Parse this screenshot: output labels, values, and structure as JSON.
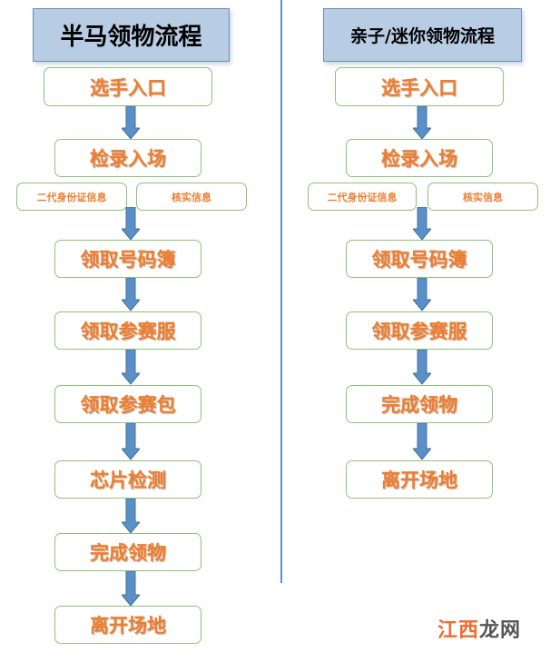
{
  "left": {
    "title": "半马领物流程",
    "steps": [
      "选手入口",
      "检录入场",
      "领取号码簿",
      "领取参赛服",
      "领取参赛包",
      "芯片检测",
      "完成领物",
      "离开场地"
    ],
    "notes": [
      "二代身份证信息",
      "核实信息"
    ]
  },
  "right": {
    "title": "亲子/迷你领物流程",
    "steps": [
      "选手入口",
      "检录入场",
      "领取号码簿",
      "领取参赛服",
      "完成领物",
      "离开场地"
    ],
    "notes": [
      "二代身份证信息",
      "核实信息"
    ]
  },
  "watermark": {
    "part1": "江西",
    "part2": "龙网"
  },
  "colors": {
    "header_fill": "#b8cce4",
    "box_border": "#8fc07a",
    "step_text": "#ed7d31",
    "arrow": "#5b8fc7",
    "divider": "#5b8fc7"
  }
}
